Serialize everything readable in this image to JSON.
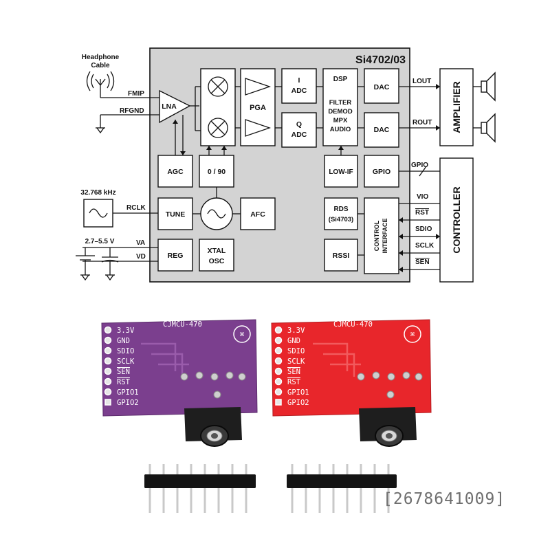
{
  "diagram": {
    "chip_title": "Si4702/03",
    "antenna_label": [
      "Headphone",
      "Cable"
    ],
    "pins_left": {
      "fmip": "FMIP",
      "rfgnd": "RFGND",
      "rclk": "RCLK",
      "va": "VA",
      "vd": "VD"
    },
    "crystal_freq": "32.768 kHz",
    "supply_range": "2.7–5.5 V",
    "blocks": {
      "lna": "LNA",
      "agc": "AGC",
      "phase": "0 / 90",
      "pga": "PGA",
      "i_adc": [
        "I",
        "ADC"
      ],
      "q_adc": [
        "Q",
        "ADC"
      ],
      "dsp": [
        "DSP",
        "FILTER",
        "DEMOD",
        "MPX",
        "AUDIO"
      ],
      "dac_l": "DAC",
      "dac_r": "DAC",
      "low_if": "LOW-IF",
      "gpio": "GPIO",
      "tune": "TUNE",
      "afc": "AFC",
      "rds": [
        "RDS",
        "(Si4703)"
      ],
      "ctrl_if": [
        "CONTROL",
        "INTERFACE"
      ],
      "reg": "REG",
      "xtal": [
        "XTAL",
        "OSC"
      ],
      "rssi": "RSSI",
      "amplifier": "AMPLIFIER",
      "controller": "CONTROLLER"
    },
    "signals": {
      "lout": "LOUT",
      "rout": "ROUT",
      "gpio": "GPIO",
      "vio": "VIO",
      "rst": "RST",
      "sdio": "SDIO",
      "sclk": "SCLK",
      "sen": "SEN"
    }
  },
  "boards": [
    {
      "name": "purple",
      "color": "#7b3f8e",
      "silk": "CJMCU-470",
      "pins": [
        "3.3V",
        "GND",
        "SDIO",
        "SCLK",
        "SEN",
        "RST",
        "GPIO1",
        "GPIO2"
      ]
    },
    {
      "name": "red",
      "color": "#e8262b",
      "silk": "CJMCU-470",
      "pins": [
        "3.3V",
        "GND",
        "SDIO",
        "SCLK",
        "SEN",
        "RST",
        "GPIO1",
        "GPIO2"
      ]
    }
  ],
  "watermark": "[2678641009]"
}
